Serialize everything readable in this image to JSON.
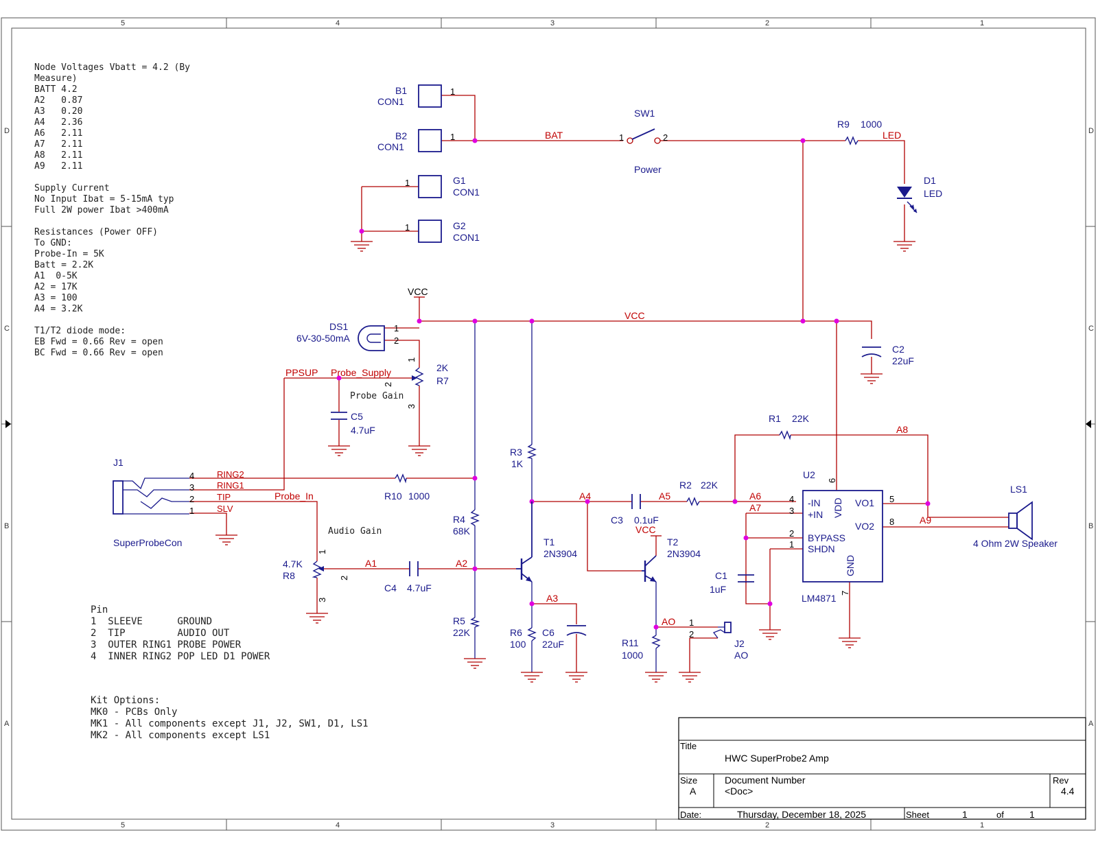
{
  "frame": {
    "cols": [
      "5",
      "4",
      "3",
      "2",
      "1"
    ],
    "rows": [
      "D",
      "C",
      "B",
      "A"
    ]
  },
  "notes": {
    "voltages": [
      "Node Voltages Vbatt = 4.2 (By",
      "Measure)",
      "BATT 4.2",
      "A2   0.87",
      "A3   0.20",
      "A4   2.36",
      "A6   2.11",
      "A7   2.11",
      "A8   2.11",
      "A9   2.11"
    ],
    "current": [
      "Supply Current",
      "No Input Ibat = 5-15mA typ",
      "Full 2W power Ibat >400mA"
    ],
    "resistances": [
      "Resistances (Power OFF)",
      "To GND:",
      "Probe-In = 5K",
      "Batt = 2.2K",
      "A1  0-5K",
      "A2 = 17K",
      "A3 = 100",
      "A4 = 3.2K"
    ],
    "diode": [
      "T1/T2 diode mode:",
      "EB Fwd = 0.66 Rev = open",
      "BC Fwd = 0.66 Rev = open"
    ],
    "pins": [
      "Pin",
      "1  SLEEVE      GROUND",
      "2  TIP         AUDIO OUT",
      "3  OUTER RING1 PROBE POWER",
      "4  INNER RING2 POP LED D1 POWER"
    ],
    "kit": [
      "Kit Options:",
      "MK0 - PCBs Only",
      "MK1 - All components except J1, J2, SW1, D1, LS1",
      "MK2 - All components except LS1"
    ]
  },
  "components": {
    "b1": {
      "ref": "B1",
      "val": "CON1",
      "pin": "1"
    },
    "b2": {
      "ref": "B2",
      "val": "CON1",
      "pin": "1"
    },
    "g1": {
      "ref": "G1",
      "val": "CON1",
      "pin": "1"
    },
    "g2": {
      "ref": "G2",
      "val": "CON1",
      "pin": "1"
    },
    "sw1": {
      "ref": "SW1",
      "val": "Power",
      "pin1": "1",
      "pin2": "2"
    },
    "r9": {
      "ref": "R9",
      "val": "1000"
    },
    "d1": {
      "ref": "D1",
      "val": "LED"
    },
    "ds1": {
      "ref": "DS1",
      "val": "6V-30-50mA",
      "pin1": "1",
      "pin2": "2"
    },
    "r7": {
      "ref": "R7",
      "val": "2K",
      "desc": "Probe Gain",
      "pin1": "1",
      "pin2": "2",
      "pin3": "3"
    },
    "c5": {
      "ref": "C5",
      "val": "4.7uF"
    },
    "c2": {
      "ref": "C2",
      "val": "22uF"
    },
    "j1": {
      "ref": "J1",
      "val": "SuperProbeCon",
      "pins": [
        "4",
        "3",
        "2",
        "1"
      ],
      "names": [
        "RING2",
        "RING1",
        "TIP",
        "SLV"
      ]
    },
    "r10": {
      "ref": "R10",
      "val": "1000"
    },
    "r8": {
      "ref": "R8",
      "val": "4.7K",
      "desc": "Audio Gain",
      "pin1": "1",
      "pin2": "2",
      "pin3": "3"
    },
    "c4": {
      "ref": "C4",
      "val": "4.7uF"
    },
    "r3": {
      "ref": "R3",
      "val": "1K"
    },
    "r4": {
      "ref": "R4",
      "val": "68K"
    },
    "r5": {
      "ref": "R5",
      "val": "22K"
    },
    "t1": {
      "ref": "T1",
      "val": "2N3904"
    },
    "r6": {
      "ref": "R6",
      "val": "100"
    },
    "c6": {
      "ref": "C6",
      "val": "22uF"
    },
    "c3": {
      "ref": "C3",
      "val": "0.1uF"
    },
    "r2": {
      "ref": "R2",
      "val": "22K"
    },
    "t2": {
      "ref": "T2",
      "val": "2N3904"
    },
    "r11": {
      "ref": "R11",
      "val": "1000"
    },
    "j2": {
      "ref": "J2",
      "val": "AO",
      "pin1": "1",
      "pin2": "2"
    },
    "r1": {
      "ref": "R1",
      "val": "22K"
    },
    "c1": {
      "ref": "C1",
      "val": "1uF"
    },
    "u2": {
      "ref": "U2",
      "val": "LM4871",
      "pins": {
        "inm": "-IN",
        "inp": "+IN",
        "bypass": "BYPASS",
        "shdn": "SHDN",
        "vdd": "VDD",
        "gnd": "GND",
        "vo1": "VO1",
        "vo2": "VO2"
      },
      "pinnums": {
        "p4": "4",
        "p3": "3",
        "p2": "2",
        "p1": "1",
        "p6": "6",
        "p7": "7",
        "p5": "5",
        "p8": "8"
      }
    },
    "ls1": {
      "ref": "LS1",
      "val": "4 Ohm 2W Speaker"
    }
  },
  "nets": {
    "bat": "BAT",
    "led": "LED",
    "vcc": "VCC",
    "vcc_port": "VCC",
    "vcc_t2": "VCC",
    "ppsup": "PPSUP",
    "probe_supply": "Probe_Supply",
    "probe_in": "Probe_In",
    "a1": "A1",
    "a2": "A2",
    "a3": "A3",
    "a4": "A4",
    "a5": "A5",
    "a6": "A6",
    "a7": "A7",
    "a8": "A8",
    "a9": "A9",
    "ao": "AO"
  },
  "title_block": {
    "title_label": "Title",
    "title": "HWC SuperProbe2 Amp",
    "size_label": "Size",
    "size": "A",
    "docnum_label": "Document Number",
    "docnum": "<Doc>",
    "rev_label": "Rev",
    "rev": "4.4",
    "date_label": "Date:",
    "date": "Thursday, December 18, 2025",
    "sheet_label": "Sheet",
    "sheet": "1",
    "of_label": "of",
    "sheets": "1"
  }
}
